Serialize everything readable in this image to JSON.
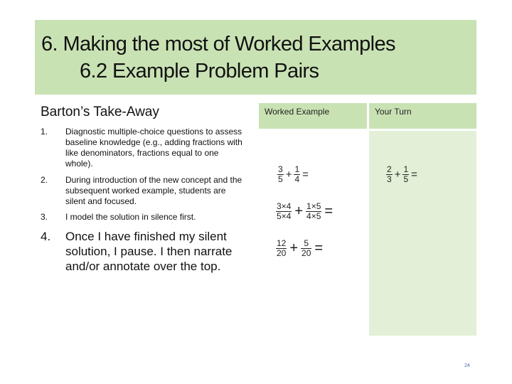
{
  "title": {
    "line1": "6.  Making the most of Worked Examples",
    "line2": "6.2 Example Problem Pairs"
  },
  "takeaway": {
    "heading": "Barton’s Take-Away",
    "items": [
      {
        "num": "1.",
        "text": "Diagnostic multiple-choice questions to assess baseline knowledge (e.g., adding fractions with like denominators, fractions equal to one whole)."
      },
      {
        "num": "2.",
        "text": "During introduction of the new concept and the subsequent worked example, students are silent and focused."
      },
      {
        "num": "3.",
        "text": "I model the solution in silence first."
      },
      {
        "num": "4.",
        "text": "Once I have finished my silent solution, I pause. I then narrate and/or annotate over the top."
      }
    ]
  },
  "table": {
    "headers": {
      "worked": "Worked Example",
      "your_turn": "Your Turn"
    },
    "worked": {
      "step1": {
        "a_num": "3",
        "a_den": "5",
        "op": "+",
        "b_num": "1",
        "b_den": "4",
        "eq": "="
      },
      "step2": {
        "a_num": "3×4",
        "a_den": "5×4",
        "op": "+",
        "b_num": "1×5",
        "b_den": "4×5",
        "eq": "="
      },
      "step3": {
        "a_num": "12",
        "a_den": "20",
        "op": "+",
        "b_num": "5",
        "b_den": "20",
        "eq": "="
      }
    },
    "your_turn": {
      "step1": {
        "a_num": "2",
        "a_den": "3",
        "op": "+",
        "b_num": "1",
        "b_den": "5",
        "eq": "="
      }
    }
  },
  "page_number": "24",
  "colors": {
    "band": "#c9e2b4",
    "cell": "#e3f0d7",
    "page_number": "#4a6aa0"
  }
}
